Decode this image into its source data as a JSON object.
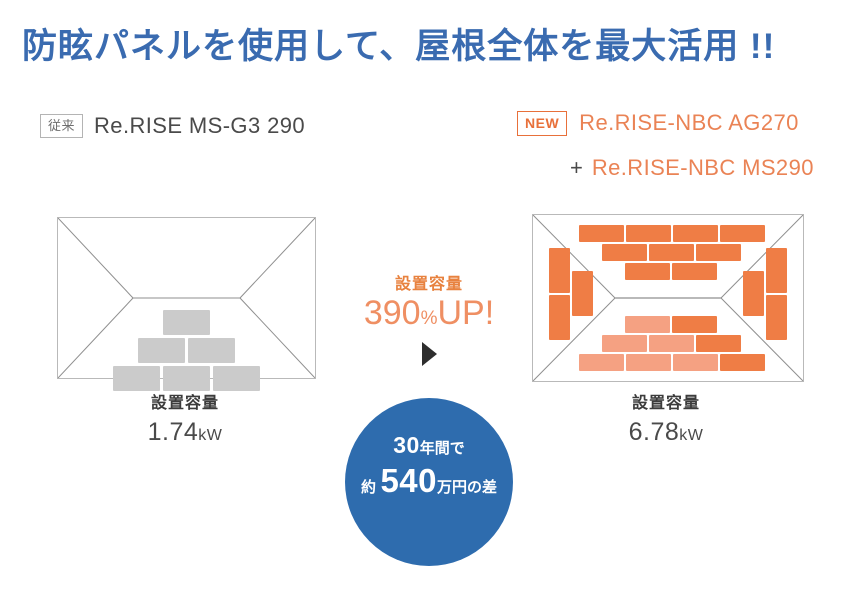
{
  "headline": "防眩パネルを使用して、屋根全体を最大活用 !!",
  "left_product": {
    "badge": "従来",
    "name": "Re.RISE MS-G3 290",
    "capacity_title": "設置容量",
    "capacity_value": "1.74",
    "capacity_unit": "kW"
  },
  "right_product": {
    "badge": "NEW",
    "name": "Re.RISE-NBC AG270",
    "plus": "+",
    "name2": "Re.RISE-NBC MS290",
    "capacity_title": "設置容量",
    "capacity_value": "6.78",
    "capacity_unit": "kW"
  },
  "center": {
    "title": "設置容量",
    "percent": "390",
    "percent_unit": "%",
    "percent_suffix": "UP!",
    "circle_line1_big": "30",
    "circle_line1_small": "年間で",
    "circle_line2_pre": "約",
    "circle_line2_big": "540",
    "circle_line2_small": "万円の差"
  },
  "colors": {
    "title_blue": "#3a6bb0",
    "circle_blue": "#2e6cae",
    "accent_orange": "#e8703a",
    "panel_orange": "#ef7d45",
    "panel_salmon": "#f5a182",
    "panel_gray": "#cbcbcb",
    "badge_gray": "#b4b4b4"
  },
  "chart_data": {
    "type": "bar",
    "title": "設置容量比較",
    "categories": [
      "Re.RISE MS-G3 290",
      "Re.RISE-NBC AG270 + Re.RISE-NBC MS290"
    ],
    "values": [
      1.74,
      6.78
    ],
    "unit": "kW",
    "increase_percent": 390,
    "savings_yen_man": 540,
    "savings_years": 30
  }
}
